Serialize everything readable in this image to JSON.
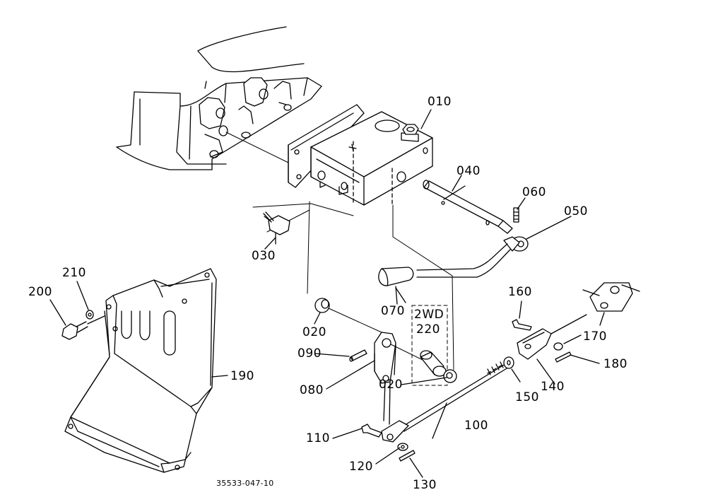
{
  "diagram": {
    "drawing_number": "35533-047-10",
    "option_label": "2WD",
    "parts": [
      {
        "id": "p010",
        "number": "010"
      },
      {
        "id": "p020a",
        "number": "020"
      },
      {
        "id": "p020b",
        "number": "020"
      },
      {
        "id": "p030",
        "number": "030"
      },
      {
        "id": "p040",
        "number": "040"
      },
      {
        "id": "p050",
        "number": "050"
      },
      {
        "id": "p060",
        "number": "060"
      },
      {
        "id": "p070",
        "number": "070"
      },
      {
        "id": "p080",
        "number": "080"
      },
      {
        "id": "p090",
        "number": "090"
      },
      {
        "id": "p100",
        "number": "100"
      },
      {
        "id": "p110",
        "number": "110"
      },
      {
        "id": "p120",
        "number": "120"
      },
      {
        "id": "p130",
        "number": "130"
      },
      {
        "id": "p140",
        "number": "140"
      },
      {
        "id": "p150",
        "number": "150"
      },
      {
        "id": "p160",
        "number": "160"
      },
      {
        "id": "p170",
        "number": "170"
      },
      {
        "id": "p180",
        "number": "180"
      },
      {
        "id": "p190",
        "number": "190"
      },
      {
        "id": "p200",
        "number": "200"
      },
      {
        "id": "p210",
        "number": "210"
      },
      {
        "id": "p220",
        "number": "220"
      }
    ]
  }
}
